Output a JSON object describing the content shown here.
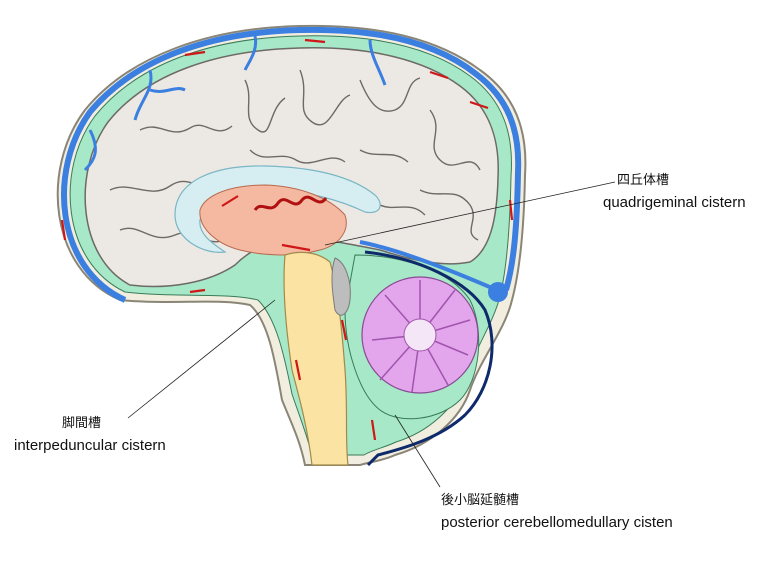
{
  "labels": {
    "quadrigeminal": {
      "jp": "四丘体槽",
      "en": "quadrigeminal cistern"
    },
    "interpeduncular": {
      "jp": "脚間槽",
      "en": "interpeduncular cistern"
    },
    "posterior": {
      "jp": "後小脳延髄槽",
      "en": "posterior cerebellomedullary cisten"
    }
  },
  "colors": {
    "cerebrum": "#ece8e3",
    "gyri_line": "#6d6a66",
    "subarachnoid": "#a6e8c7",
    "dura": "#f2eedf",
    "venous_sinus": "#3b7fe0",
    "ventricle": "#f4b9a0",
    "corpus_callosum": "#d6eef2",
    "brainstem": "#fbe3a3",
    "cerebellum": "#e3a5ec",
    "csf_flow": "#d01616"
  }
}
